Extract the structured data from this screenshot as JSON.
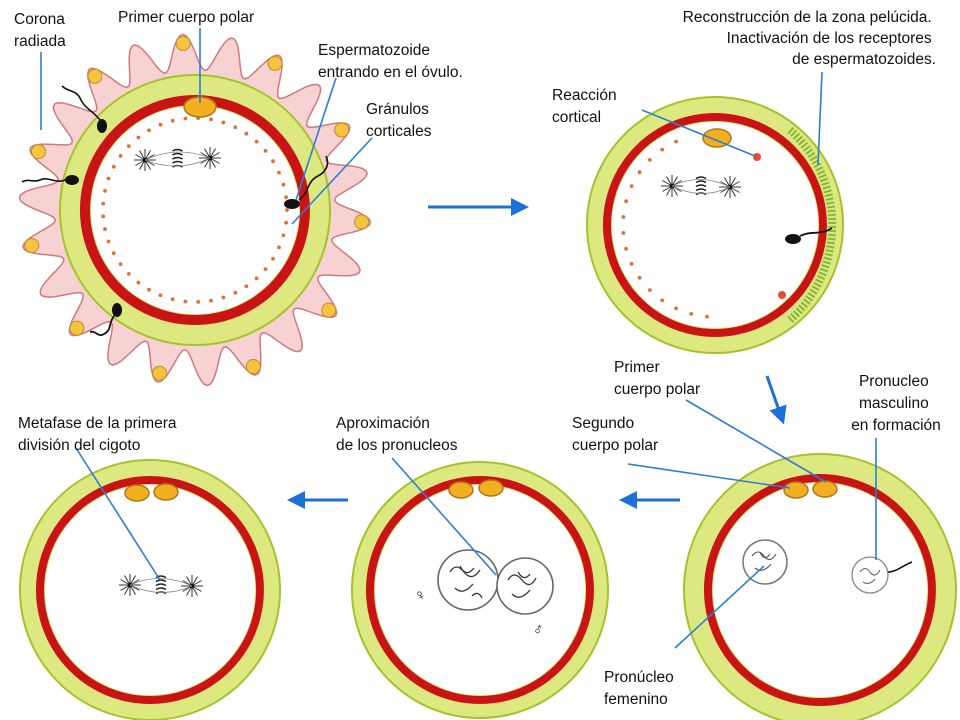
{
  "colors": {
    "membrane": "#e8283a",
    "zona": "#dde880",
    "zona_border": "#a6c22c",
    "corona": "#f6d2d2",
    "corona_border": "#d07a7a",
    "granule": "#e07030",
    "pointer": "#2a7fd4",
    "arrow": "#1f6fd8",
    "polar_body": "#f2b020",
    "pronucleus": "#777777"
  },
  "labels": {
    "corona_radiada": [
      "Corona",
      "radiada"
    ],
    "primer_cuerpo_polar_top": [
      "Primer cuerpo polar"
    ],
    "espermatozoide": [
      "Espermatozoide",
      "entrando en el óvulo."
    ],
    "granulos": [
      "Gránulos",
      "corticales"
    ],
    "reconstruccion": [
      "Reconstrucción de la zona pelúcida.",
      "Inactivación de los receptores",
      "de espermatozoides."
    ],
    "reaccion": [
      "Reacción",
      "cortical"
    ],
    "primer_cuerpo_polar_right": [
      "Primer",
      "cuerpo polar"
    ],
    "pronucleo_masculino": [
      "Pronucleo",
      "masculino",
      "en formación"
    ],
    "segundo_cuerpo_polar": [
      "Segundo",
      "cuerpo polar"
    ],
    "aproximacion": [
      "Aproximación",
      "de los pronucleos"
    ],
    "metafase": [
      "Metafase de la primera",
      "división del cigoto"
    ],
    "pronucleo_femenino": [
      "Pronúcleo",
      "femenino"
    ]
  },
  "symbols": {
    "female": "♀",
    "male": "♂"
  },
  "flow_arrows": [
    "right",
    "down",
    "left",
    "left"
  ]
}
